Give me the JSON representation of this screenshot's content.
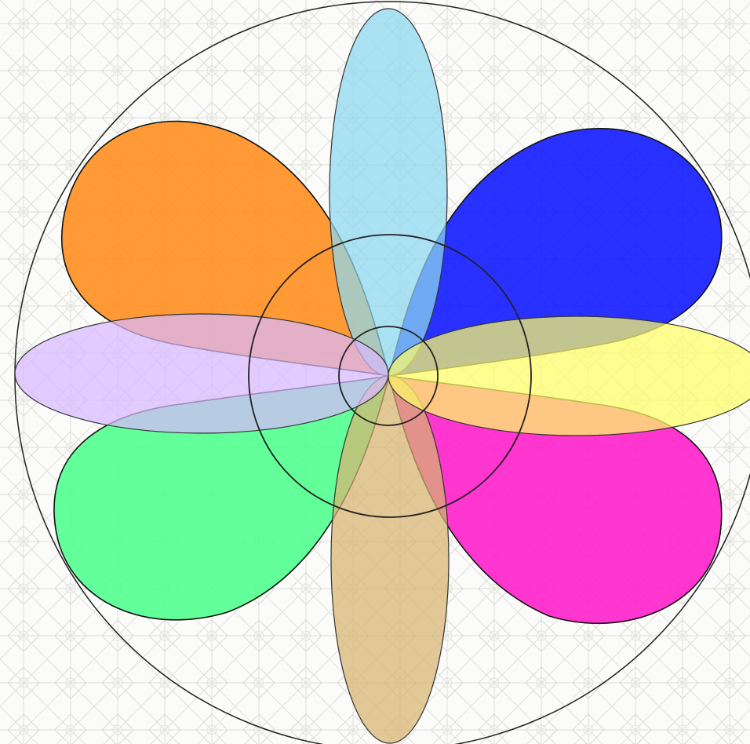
{
  "diagram": {
    "background_pattern": "star-tile-lattice",
    "line_color": "#222222",
    "petals": [
      {
        "name": "orange",
        "color": "#ff8c1a"
      },
      {
        "name": "blue",
        "color": "#0a14ff"
      },
      {
        "name": "green",
        "color": "#4dff8c"
      },
      {
        "name": "magenta",
        "color": "#ff1ac8"
      }
    ],
    "ellipses": [
      {
        "name": "light-blue",
        "color": "#8cd8f0"
      },
      {
        "name": "tan",
        "color": "#d8b470"
      },
      {
        "name": "lavender",
        "color": "#d8b8ff"
      },
      {
        "name": "yellow",
        "color": "#ffff66"
      }
    ],
    "rings": [
      "outer-circle",
      "middle-circle",
      "inner-circle"
    ]
  }
}
